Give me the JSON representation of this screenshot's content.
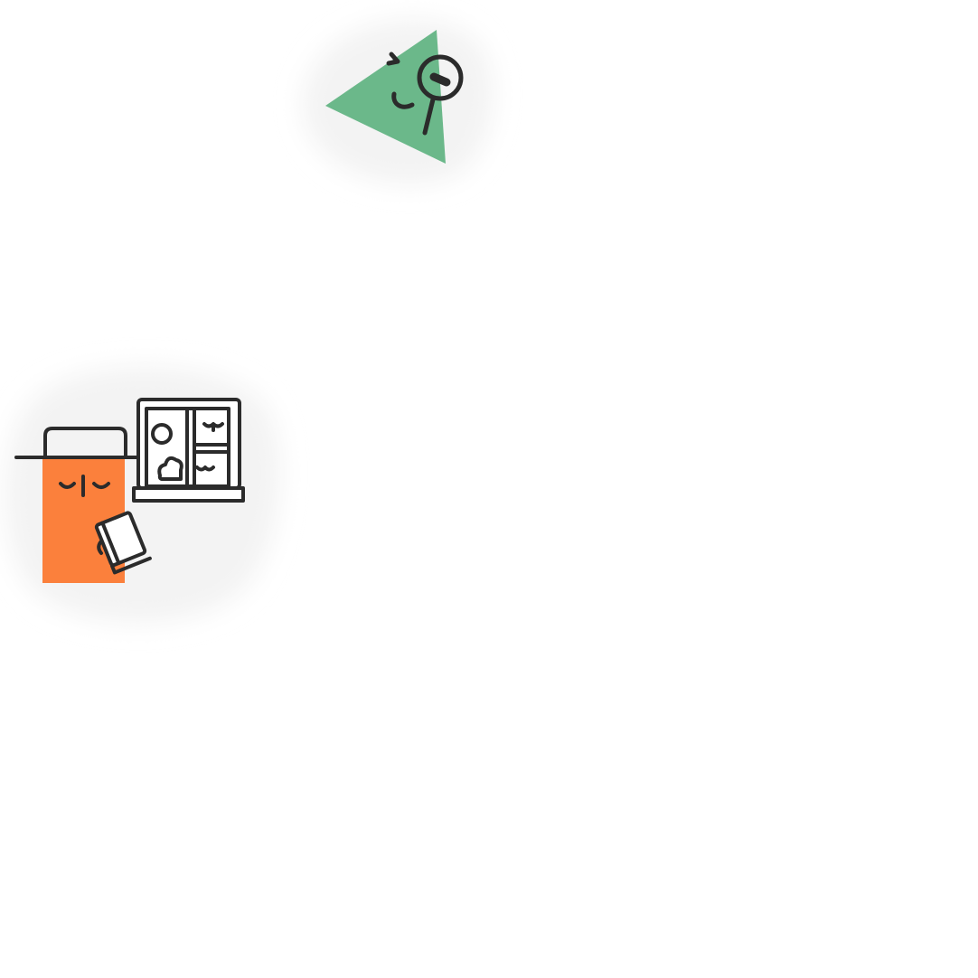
{
  "illustrations": [
    {
      "id": "explorer",
      "shape": "triangle",
      "fill": "#6BB88A",
      "icons": [
        "magnifying-glass-icon",
        "winking-face-icon"
      ]
    },
    {
      "id": "reader",
      "shape": "rectangle",
      "fill": "#FB803C",
      "icons": [
        "hat-icon",
        "sleepy-face-icon",
        "book-icon",
        "window-icon"
      ]
    }
  ],
  "colors": {
    "background": "#FFFFFF",
    "outline": "#2B2B2B",
    "blob_shadow": "#F2F2F2"
  }
}
